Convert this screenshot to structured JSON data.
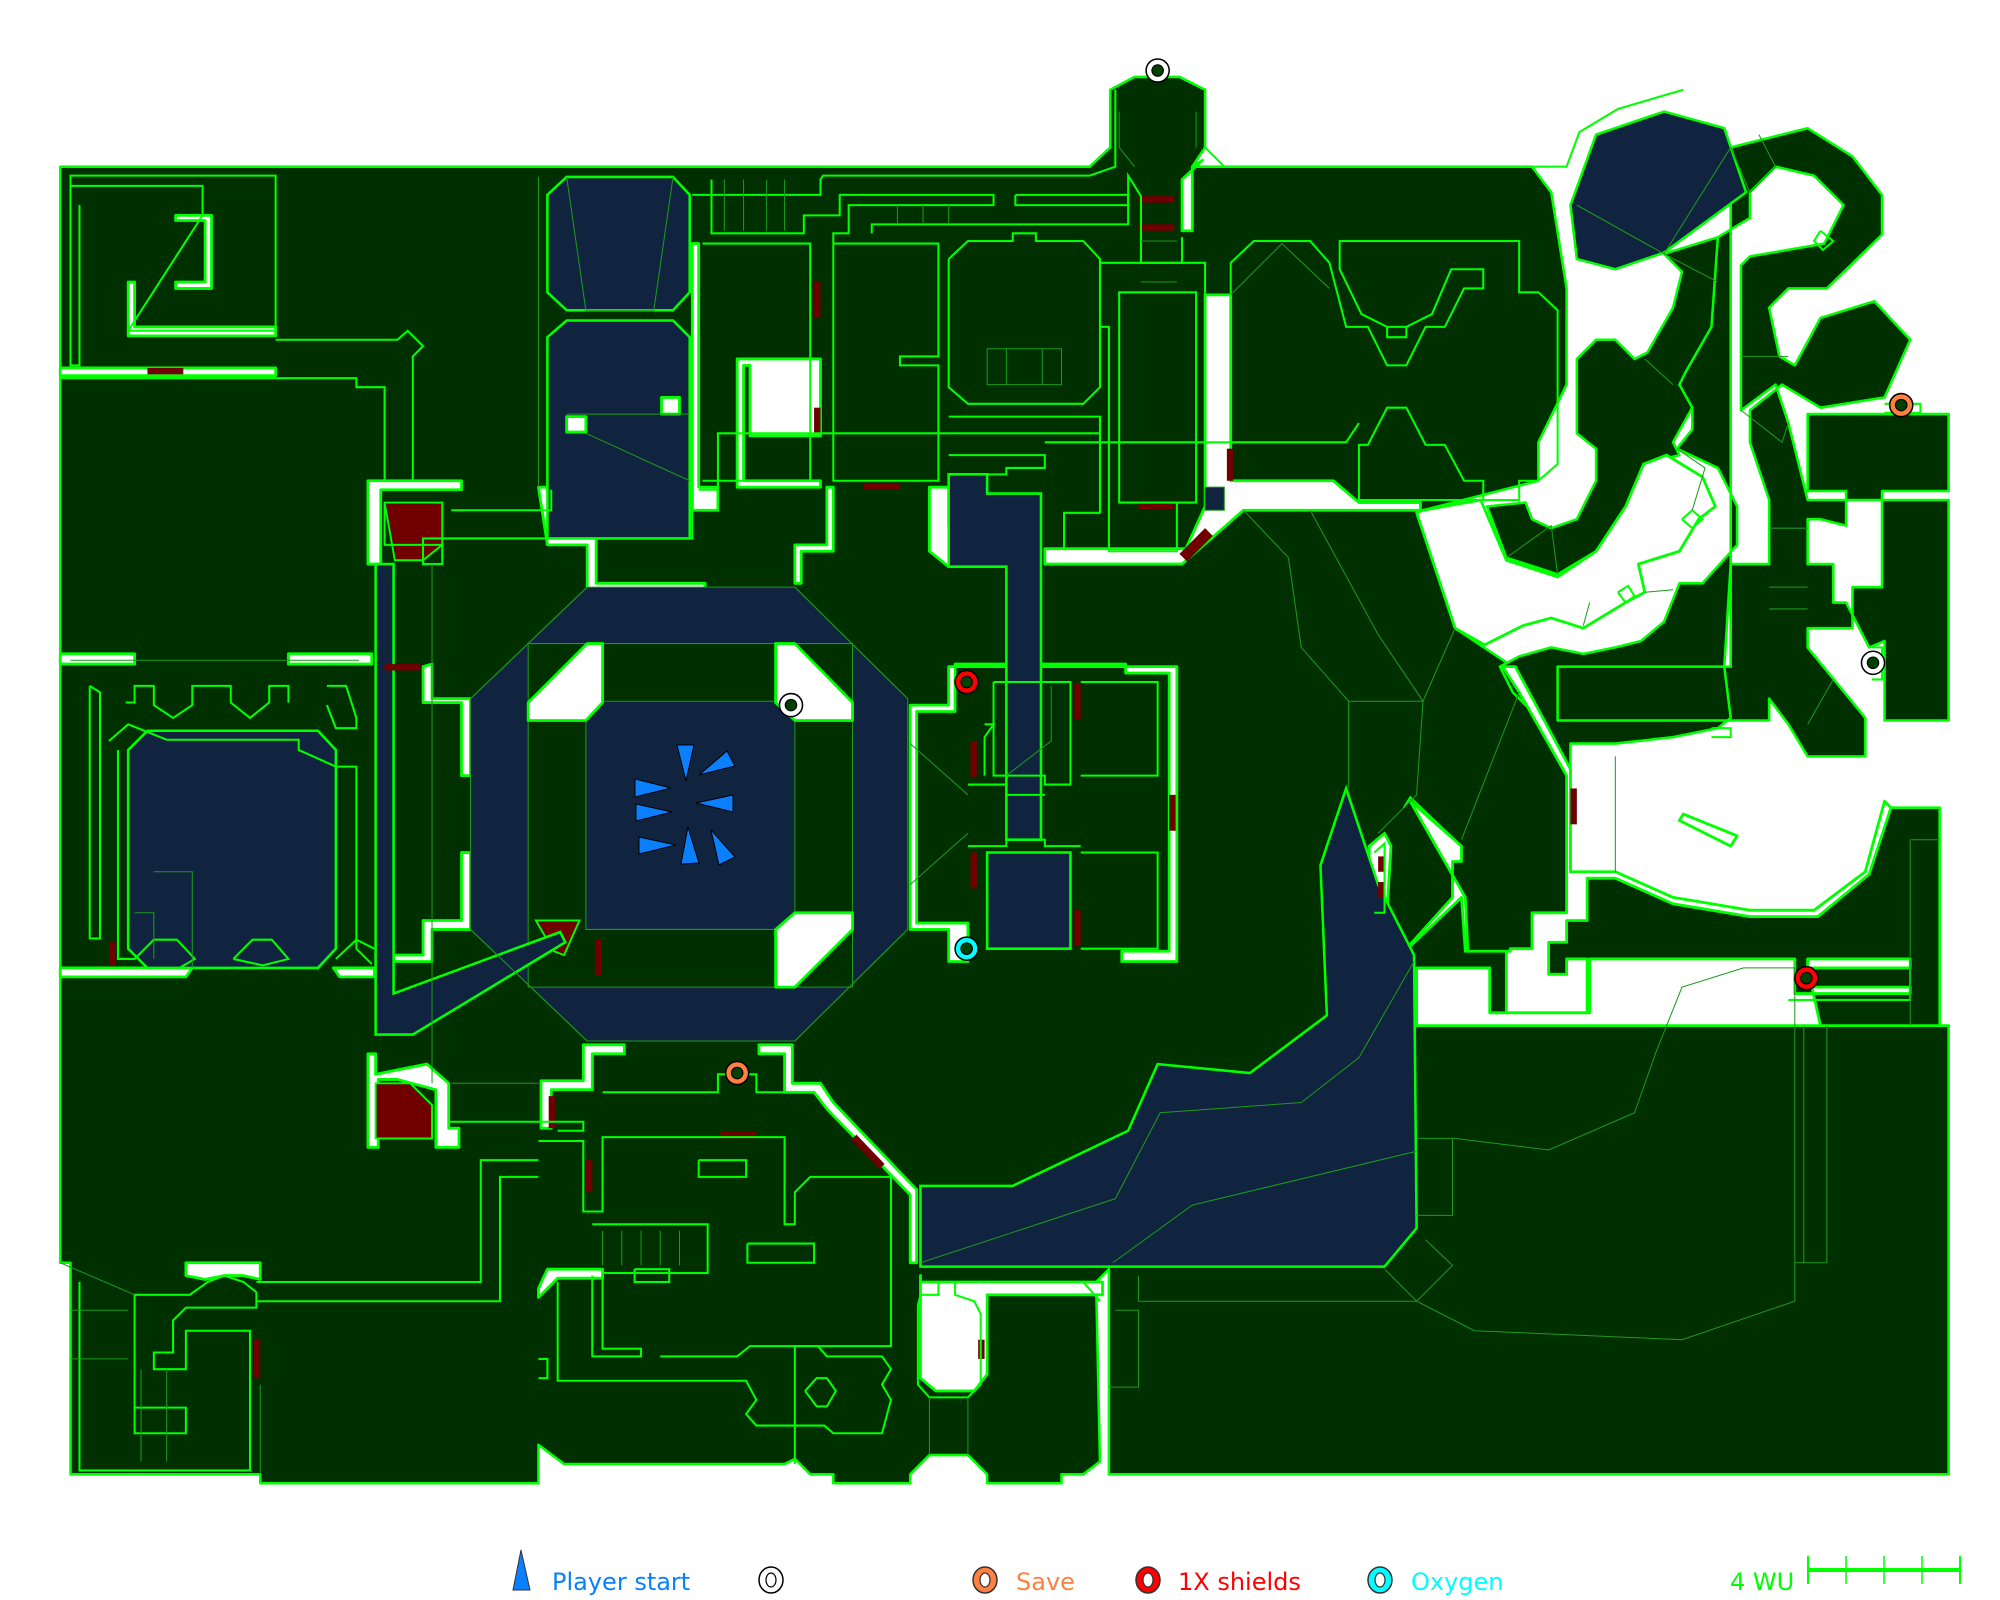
{
  "map": {
    "colors": {
      "floor": "#002f00",
      "wall": "#00ff00",
      "liquid": "#10243f",
      "hazard": "#700000",
      "player_start": "#0a80ff",
      "save": "#ff8040",
      "shields": "#ff0000",
      "oxygen": "#00ffff",
      "generic": "#ffffff"
    }
  },
  "legend": {
    "items": [
      {
        "icon": "player-start-triangle",
        "label": "Player start",
        "color": "#0a80ff"
      },
      {
        "icon": "white-ring",
        "label": "",
        "color": "#ffffff"
      },
      {
        "icon": "orange-ring",
        "label": "Save",
        "color": "#ff8040"
      },
      {
        "icon": "red-ring",
        "label": "1X shields",
        "color": "#ff0000"
      },
      {
        "icon": "cyan-ring",
        "label": "Oxygen",
        "color": "#00ffff"
      }
    ],
    "scale": {
      "label": "4 WU",
      "divisions": 4
    }
  }
}
